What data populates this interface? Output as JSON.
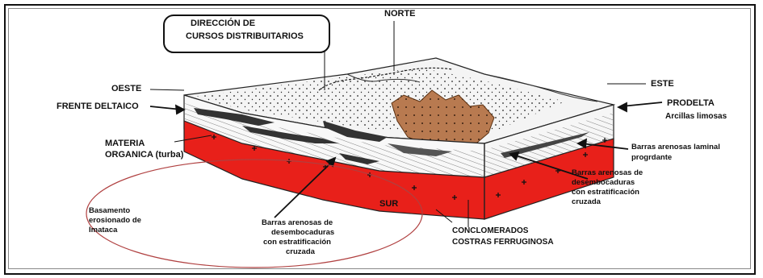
{
  "labels": {
    "direccion_1": "DIRECCIÓN DE",
    "direccion_2": "CURSOS DISTRIBUITARIOS",
    "norte": "NORTE",
    "oeste": "OESTE",
    "este": "ESTE",
    "frente": "FRENTE DELTAICO",
    "prodelta": "PRODELTA",
    "arcillas": "Arcillas limosas",
    "materia_1": "MATERIA",
    "materia_2": "ORGANICA (turba)",
    "barras_laminal_1": "Barras arenosas laminal",
    "barras_laminal_2": "progrdante",
    "barras_r_1": "Barras arenosas de",
    "barras_r_2": "desembocaduras",
    "barras_r_3": "con estratificación",
    "barras_r_4": "cruzada",
    "basamento_1": "Basamento",
    "basamento_2": "erosionado de",
    "basamento_3": "Imataca",
    "sur": "SUR",
    "barras_b_1": "Barras arenosas de",
    "barras_b_2": "desembocaduras",
    "barras_b_3": "con estratificación",
    "barras_b_4": "cruzada",
    "conglo_1": "CONCLOMERADOS",
    "conglo_2": "COSTRAS FERRUGINOSA"
  },
  "colors": {
    "basement": "#e8201a",
    "oxidized_zone": "#b87a50",
    "ellipse": "#b04040"
  }
}
